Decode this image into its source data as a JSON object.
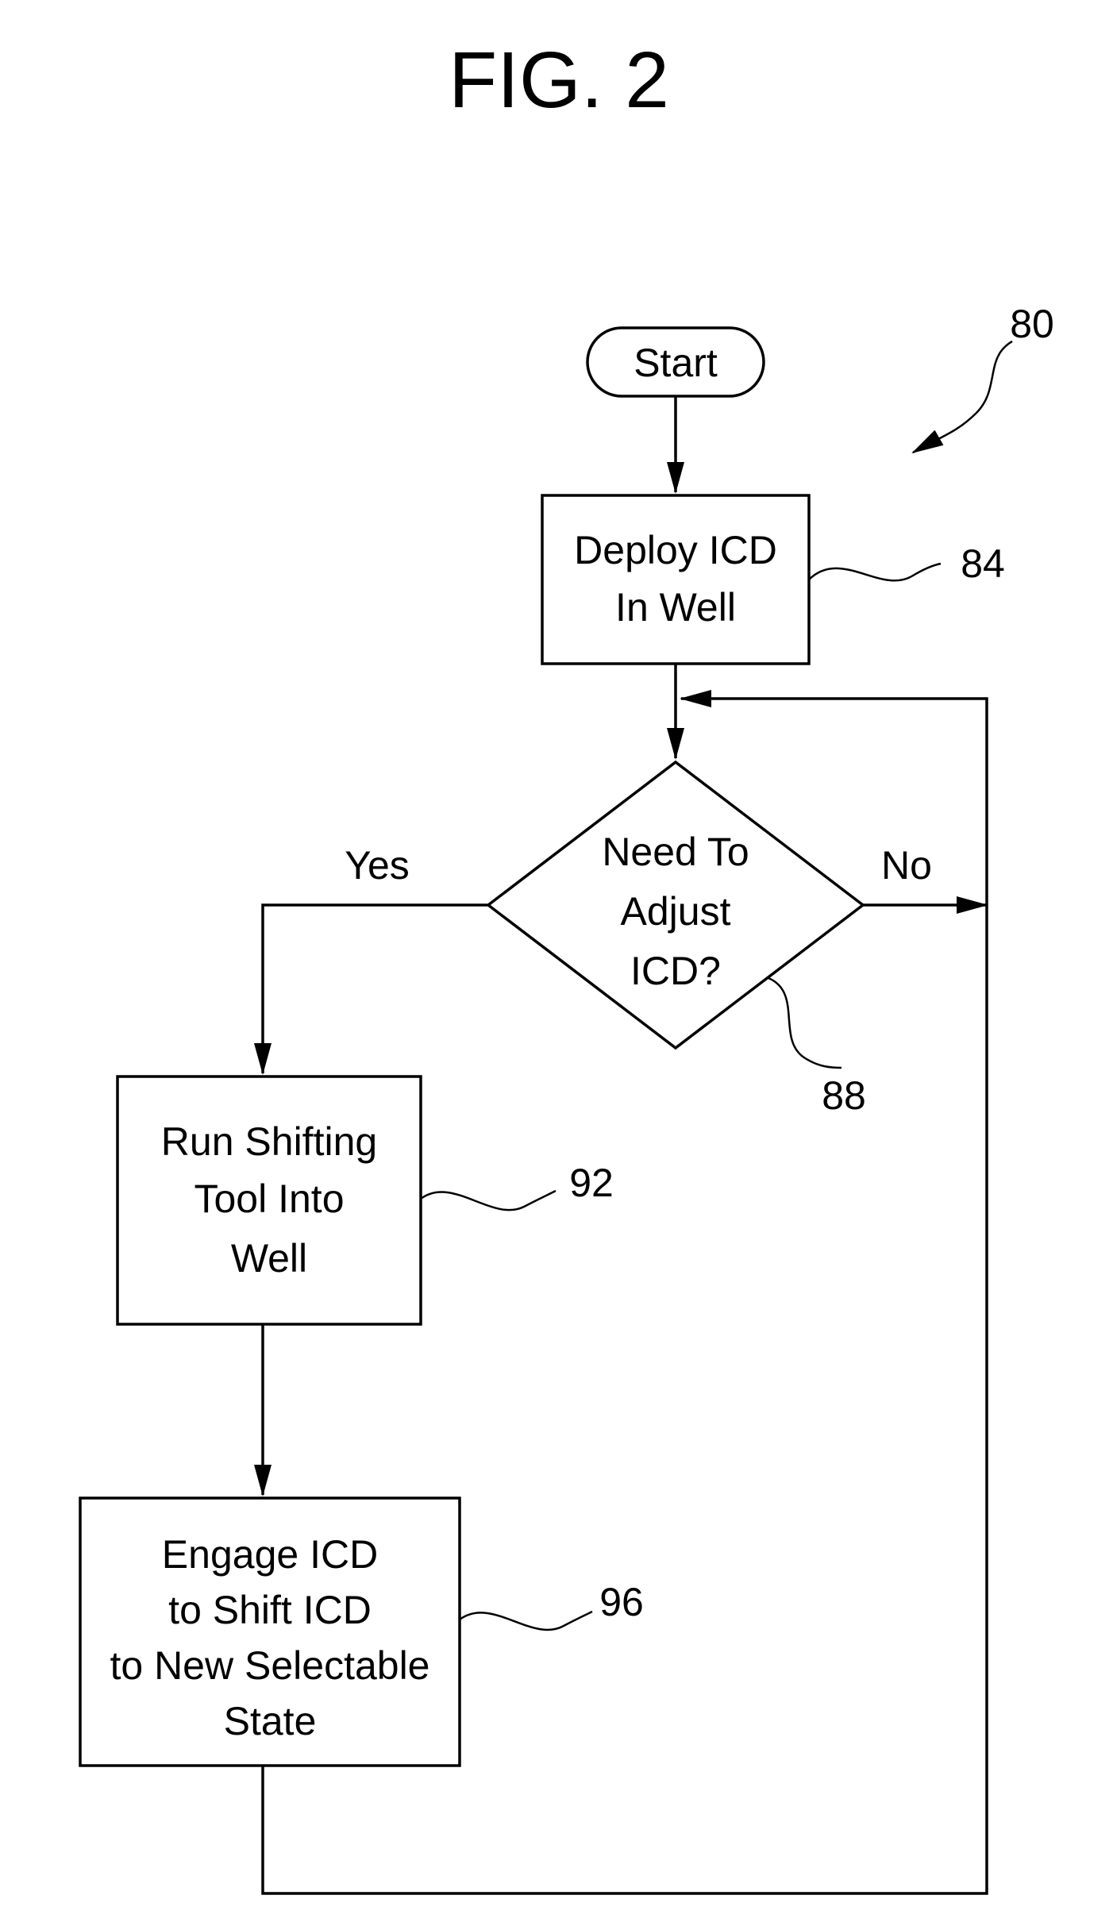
{
  "figure": {
    "title": "FIG. 2",
    "reference": "80"
  },
  "nodes": {
    "start": {
      "label": "Start"
    },
    "deploy": {
      "lines": [
        "Deploy ICD",
        "In Well"
      ],
      "ref": "84"
    },
    "decision": {
      "lines": [
        "Need To",
        "Adjust",
        "ICD?"
      ],
      "ref": "88"
    },
    "run_tool": {
      "lines": [
        "Run Shifting",
        "Tool Into",
        "Well"
      ],
      "ref": "92"
    },
    "engage": {
      "lines": [
        "Engage ICD",
        "to Shift ICD",
        "to New Selectable",
        "State"
      ],
      "ref": "96"
    }
  },
  "branches": {
    "yes": "Yes",
    "no": "No"
  },
  "colors": {
    "ink": "#000000",
    "paper": "#ffffff"
  }
}
